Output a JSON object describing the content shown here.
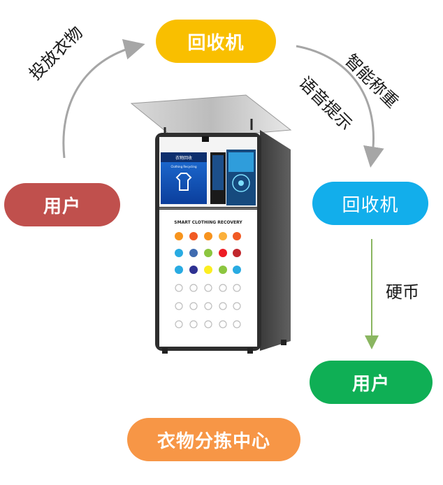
{
  "nodes": {
    "recycler_top": "回收机",
    "user_left": "用户",
    "recycler_right": "回收机",
    "user_right": "用户",
    "sorting_center": "衣物分拣中心"
  },
  "edge_labels": {
    "put_clothes": "投放衣物",
    "voice_prompt": "语音提示",
    "smart_weighing": "智能称重",
    "coin": "硬币"
  },
  "machine": {
    "left_screen_title": "衣物回收",
    "left_screen_subtitle": "Clothing Recycling",
    "panel_title": "SMART CLOTHING RECOVERY"
  },
  "colors": {
    "recycler_top": "#F9BF00",
    "user_left": "#C0504D",
    "recycler_right": "#12AEEB",
    "user_right": "#0FAF55",
    "sorting_center": "#F79646",
    "arrow_gray": "#A6A6A6",
    "arrow_green": "#8AB661"
  }
}
